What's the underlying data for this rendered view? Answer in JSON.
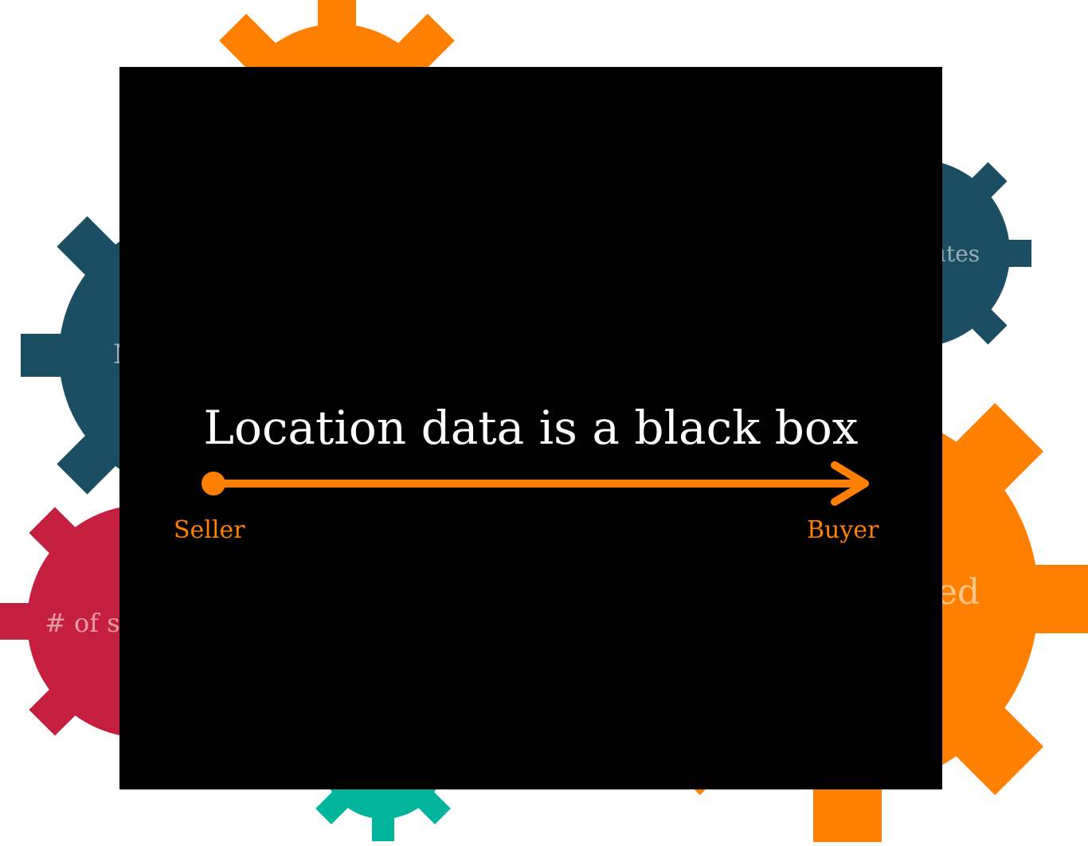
{
  "diagram": {
    "title": "Location data is a black box",
    "start_label": "Seller",
    "end_label": "Buyer"
  },
  "gears": [
    {
      "name": "gear-orange-top",
      "color": "#FF8000",
      "label": ""
    },
    {
      "name": "gear-teal-top-right",
      "color": "#1C4E63",
      "label": "butes"
    },
    {
      "name": "gear-teal-left",
      "color": "#1C4E63",
      "label": "N"
    },
    {
      "name": "gear-red-left",
      "color": "#C41F3E",
      "label": "# of so"
    },
    {
      "name": "gear-orange-right",
      "color": "#FF8000",
      "label": "ed"
    },
    {
      "name": "gear-green-bottom",
      "color": "#00B59C",
      "label": ""
    }
  ],
  "colors": {
    "background": "#FFFFFF",
    "box": "#000000",
    "title": "#FFFFFF",
    "accent": "#FF8000"
  }
}
